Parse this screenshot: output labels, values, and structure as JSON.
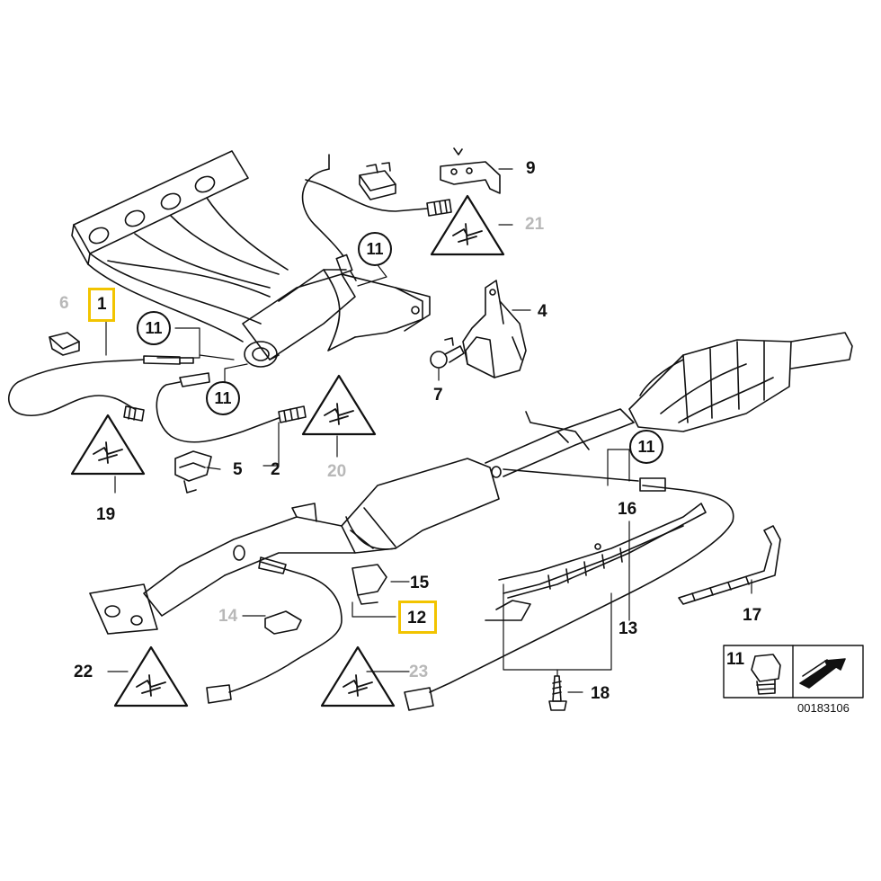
{
  "diagram": {
    "reference_number": "00183106",
    "labels": {
      "p1": "1",
      "p2": "2",
      "p4": "4",
      "p5": "5",
      "p6": "6",
      "p7": "7",
      "p9": "9",
      "p12": "12",
      "p13": "13",
      "p14": "14",
      "p15": "15",
      "p16": "16",
      "p17": "17",
      "p18": "18",
      "p19": "19",
      "p20": "20",
      "p21": "21",
      "p22": "22",
      "p23": "23"
    },
    "circled_labels": {
      "c1": "11",
      "c2": "11",
      "c3": "11",
      "c4": "11"
    },
    "legend": {
      "part_number": "11"
    },
    "highlighted_parts": [
      "1",
      "12"
    ],
    "colors": {
      "highlight": "#f2c400",
      "line": "#111111",
      "muted_label": "#b8b8b8"
    }
  }
}
